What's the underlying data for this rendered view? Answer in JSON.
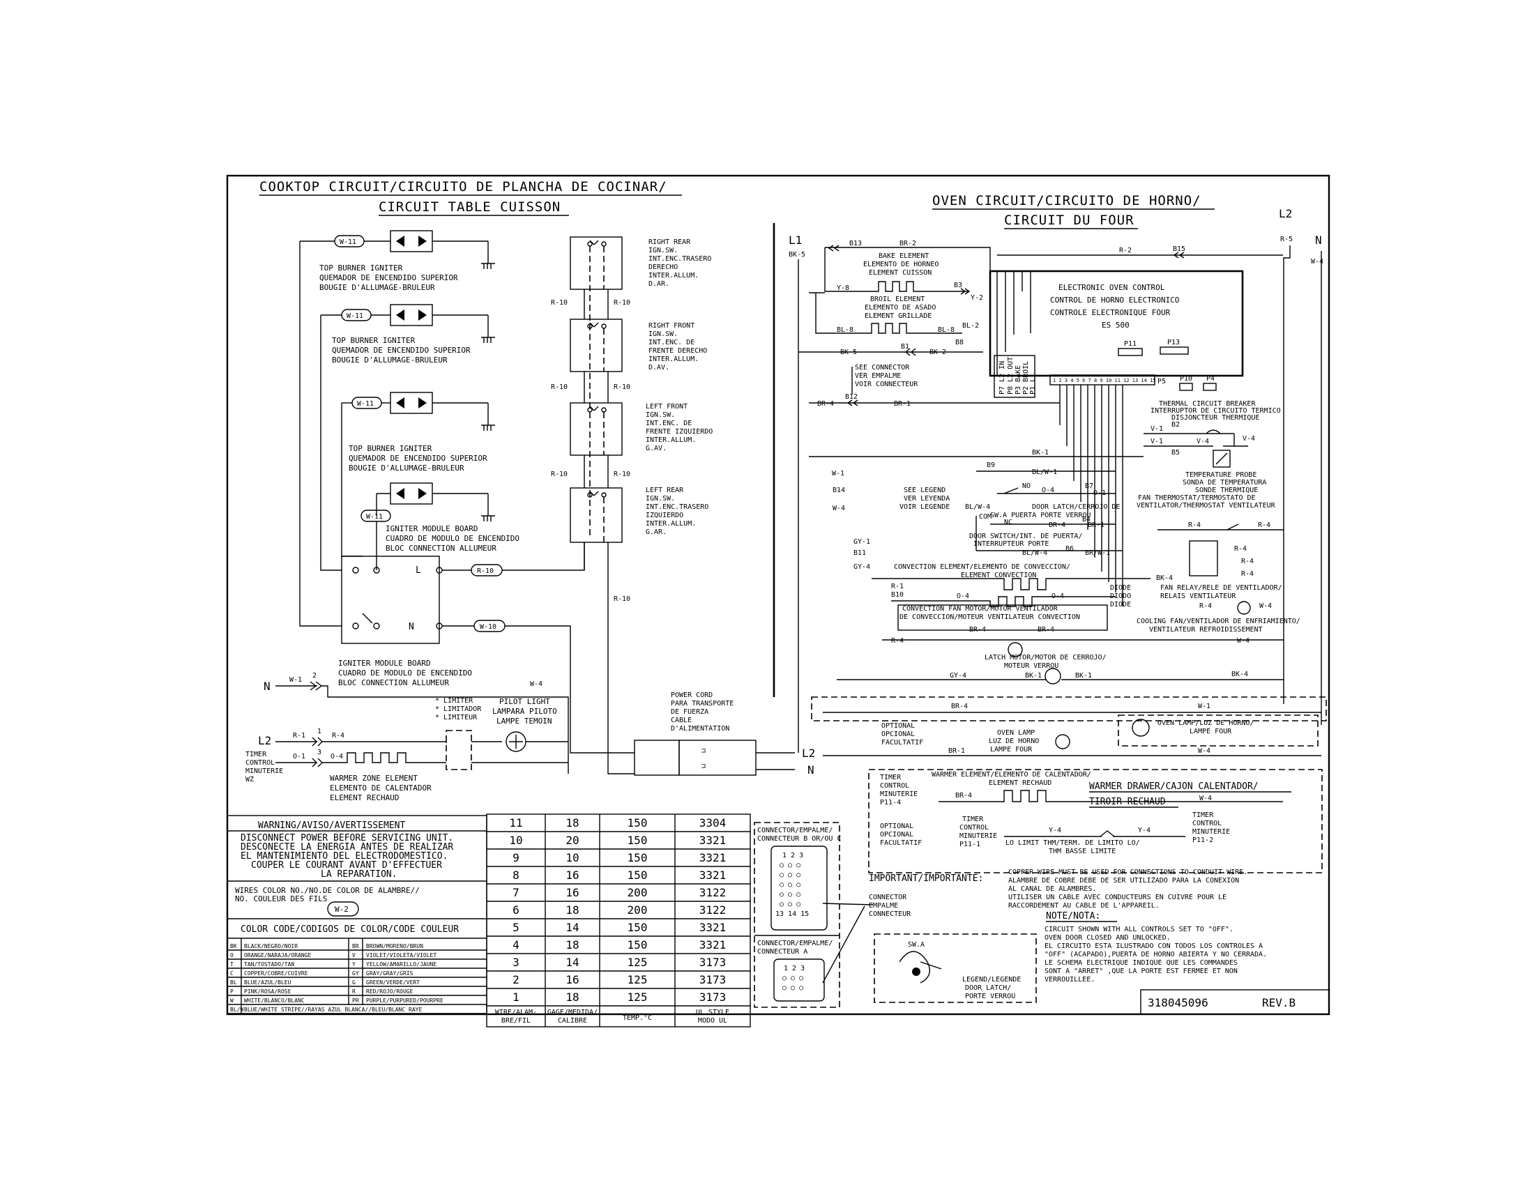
{
  "cooktop": {
    "title1": "COOKTOP CIRCUIT/CIRCUITO DE PLANCHA DE COCINAR/",
    "title2": "CIRCUIT TABLE CUISSON",
    "wire_w11": "W-11",
    "wire_r10": "R-10",
    "wire_w10": "W-10",
    "igniter": [
      "TOP BURNER IGNITER",
      "QUEMADOR DE ENCENDIDO SUPERIOR",
      "BOUGIE D'ALLUMAGE-BRULEUR"
    ],
    "module": [
      "IGNITER MODULE BOARD",
      "CUADRO DE MODULO DE ENCENDIDO",
      "BLOC CONNECTION ALLUMEUR"
    ],
    "module_l": "L",
    "module_n": "N",
    "switches": [
      [
        "RIGHT REAR",
        "IGN.SW.",
        "INT.ENC.TRASERO",
        "DERECHO",
        "INTER.ALLUM.",
        "D.AR."
      ],
      [
        "RIGHT FRONT",
        "IGN.SW.",
        "INT.ENC. DE",
        "FRENTE DERECHO",
        "INTER.ALLUM.",
        "D.AV."
      ],
      [
        "LEFT FRONT",
        "IGN.SW.",
        "INT.ENC. DE",
        "FRENTE IZQUIERDO",
        "INTER.ALLUM.",
        "G.AV."
      ],
      [
        "LEFT REAR",
        "IGN.SW.",
        "INT.ENC.TRASERO",
        "IZQUIERDO",
        "INTER.ALLUM.",
        "G.AR."
      ]
    ],
    "module2": [
      "IGNITER MODULE BOARD",
      "CUADRO DE MODULO DE ENCENDIDO",
      "BLOC CONNECTION ALLUMEUR"
    ],
    "n_label": "N",
    "l2_label": "L2",
    "w1": "W-1",
    "num2": "2",
    "num1": "1",
    "num3": "3",
    "w4": "W-4",
    "r1": "R-1",
    "r4": "R-4",
    "o1": "O-1",
    "o4": "O-4",
    "limiter": [
      "* LIMITER",
      "* LIMITADOR",
      "* LIMITEUR"
    ],
    "pilot": [
      "PILOT LIGHT",
      "LAMPARA PILOTO",
      "LAMPE TEMOIN"
    ],
    "timer": [
      "TIMER",
      "CONTROL",
      "MINUTERIE",
      "WZ"
    ],
    "warmer": [
      "WARMER ZONE ELEMENT",
      "ELEMENTO DE CALENTADOR",
      "ELEMENT RECHAUD"
    ],
    "power_cord": [
      "POWER CORD",
      "PARA TRANSPORTE",
      "DE FUERZA",
      "CABLE",
      "D'ALIMENTATION"
    ],
    "cord_l2": "L2",
    "cord_n": "N"
  },
  "warning": {
    "title": "WARNING/AVISO/AVERTISSEMENT",
    "lines": [
      "DISCONNECT POWER BEFORE SERVICING UNIT.",
      "DESCONECTE LA ENERGIA ANTES DE REALIZAR",
      "EL MANTENIMIENTO DEL ELECTRODOMESTICO.",
      "COUPER LE COURANT AVANT D'EFFECTUER",
      "LA REPARATION."
    ],
    "wires_label": [
      "WIRES COLOR NO./NO.DE COLOR DE ALAMBRE//",
      "NO. COULEUR DES FILS"
    ],
    "wires_example": "W-2",
    "color_title": "COLOR CODE/CODIGOS DE COLOR/CODE COULEUR"
  },
  "color_codes": [
    [
      "BK",
      "BLACK/NEGRO/NOIR",
      "BR",
      "BROWN/MORENO/BRUN"
    ],
    [
      "O",
      "ORANGE/NARAJA/ORANGE",
      "V",
      "VIOLET/VIOLETA/VIOLET"
    ],
    [
      "T",
      "TAN/TOSTADO/TAN",
      "Y",
      "YELLOW/AMARILLO/JAUNE"
    ],
    [
      "C",
      "COPPER/COBRE/CUIVRE",
      "GY",
      "GRAY/GRAY/GRIS"
    ],
    [
      "BL",
      "BLUE/AZUL/BLEU",
      "G",
      "GREEN/VERDE/VERT"
    ],
    [
      "P",
      "PINK/ROSA/ROSE",
      "R",
      "RED/ROJO/ROUGE"
    ],
    [
      "W",
      "WHITE/BLANCO/BLANC",
      "PR",
      "PURPLE/PURPURED/POURPRE"
    ],
    [
      "BL/W",
      "BLUE/WHITE STRIPE//RAYAS AZUL BLANCA//BLEU/BLANC RAYE",
      "",
      ""
    ]
  ],
  "wire_table": {
    "rows": [
      [
        "11",
        "18",
        "150",
        "3304"
      ],
      [
        "10",
        "20",
        "150",
        "3321"
      ],
      [
        "9",
        "10",
        "150",
        "3321"
      ],
      [
        "8",
        "16",
        "150",
        "3321"
      ],
      [
        "7",
        "16",
        "200",
        "3122"
      ],
      [
        "6",
        "18",
        "200",
        "3122"
      ],
      [
        "5",
        "14",
        "150",
        "3321"
      ],
      [
        "4",
        "18",
        "150",
        "3321"
      ],
      [
        "3",
        "14",
        "125",
        "3173"
      ],
      [
        "2",
        "16",
        "125",
        "3173"
      ],
      [
        "1",
        "18",
        "125",
        "3173"
      ]
    ],
    "headers": [
      [
        "WIRE/ALAM-",
        "BRE/FIL"
      ],
      [
        "GAGE/MEDIDA/",
        "CALIBRE"
      ],
      [
        "TEMP.°C"
      ],
      [
        "UL STYLE",
        "MODO UL"
      ]
    ]
  },
  "oven": {
    "title1": "OVEN CIRCUIT/CIRCUITO DE HORNO/",
    "title2": "CIRCUIT DU FOUR",
    "l1": "L1",
    "l2": "L2",
    "n": "N",
    "bk5": "BK-5",
    "r5": "R-5",
    "w4": "W-4",
    "b13": "B13",
    "br2": "BR-2",
    "r2": "R-2",
    "b15": "B15",
    "bake": [
      "BAKE ELEMENT",
      "ELEMENTO DE HORNEO",
      "ELEMENT CUISSON"
    ],
    "broil": [
      "BROIL ELEMENT",
      "ELEMENTO DE ASADO",
      "ELEMENT GRILLADE"
    ],
    "y8": "Y-8",
    "y2": "Y-2",
    "b3": "B3",
    "bl8": "BL-8",
    "bl2": "BL-2",
    "b8": "B8",
    "b1": "B1",
    "bk2": "BK-2",
    "control": [
      "ELECTRONIC OVEN CONTROL",
      "CONTROL DE HORNO ELECTRONICO",
      "CONTROLE ELECTRONIQUE FOUR",
      "ES 500"
    ],
    "p11": "P11",
    "p13": "P13",
    "p10": "P10",
    "p4": "P4",
    "p5": "P5",
    "relay_labels": [
      "P7 L2 IN",
      "P8 L2 OUT",
      "P3 BAKE",
      "P2 BROIL",
      "P1 L1"
    ],
    "pin_numbers": "1 2 3 4 5 6 7 8 9 10 11 12 13 14 15",
    "see_connector": [
      "SEE CONNECTOR",
      "VER EMPALME",
      "VOIR CONNECTEUR"
    ],
    "br4": "BR-4",
    "b12": "B12",
    "br1": "BR-1",
    "thermal": [
      "THERMAL CIRCUIT BREAKER",
      "INTERRUPTOR DE CIRCUITO TERMICO",
      "DISJONCTEUR THERMIQUE"
    ],
    "v1": "V-1",
    "v4": "V-4",
    "b2": "B2",
    "b5": "B5",
    "bk1": "BK-1",
    "b9": "B9",
    "blw1": "BL/W-1",
    "w1": "W-1",
    "b14": "B14",
    "probe": [
      "TEMPERATURE PROBE",
      "SONDA DE TEMPERATURA",
      "SONDE THERMIQUE"
    ],
    "fan_thermostat": [
      "FAN THERMOSTAT/TERMOSTATO DE",
      "VENTILATOR/THERMOSTAT VENTILATEUR"
    ],
    "see_legend": [
      "SEE LEGEND",
      "VER LEYENDA",
      "VOIR LEGENDE"
    ],
    "no": "NO",
    "o4": "O-4",
    "b7": "B7",
    "o1": "O-1",
    "door_latch": [
      "DOOR LATCH/CERROJO DE",
      "SW.A PUERTA PORTE VERROU"
    ],
    "blw4": "BL/W-4",
    "com": "COM",
    "nc": "NC",
    "b4": "B4",
    "br4b": "BR-4",
    "door_switch": [
      "DOOR SWITCH/INT. DE PUERTA/",
      "INTERRUPTEUR PORTE"
    ],
    "b6": "B6",
    "brw1": "BR/W-1",
    "r4": "R-4",
    "gy1": "GY-1",
    "b11": "B11",
    "gy4": "GY-4",
    "convection": [
      "CONVECTION ELEMENT/ELEMENTO DE CONVECCION/",
      "ELEMENT CONVECTION"
    ],
    "bk4": "BK-4",
    "fan_relay": [
      "FAN RELAY/RELE DE VENTILADOR/",
      "RELAIS VENTILATEUR"
    ],
    "r1": "R-1",
    "b10": "B10",
    "diode": [
      "DIODE",
      "DIODO",
      "DIODE"
    ],
    "conv_fan": [
      "CONVECTION FAN MOTOR/MOTOR VENTILADOR",
      "DE CONVECCION/MOTEUR VENTILATEUR CONVECTION"
    ],
    "cooling_fan": [
      "COOLING FAN/VENTILADOR DE ENFRIAMIENTO/",
      "VENTILATEUR REFROIDISSEMENT"
    ],
    "latch_motor": [
      "LATCH MOTOR/MOTOR DE CERROJO/",
      "MOTEUR VERROU"
    ],
    "optional": [
      "OPTIONAL",
      "OPCIONAL",
      "FACULTATIF"
    ],
    "oven_lamp": [
      "OVEN LAMP",
      "LUZ DE HORNO",
      "LAMPE FOUR"
    ],
    "oven_lamp2": [
      "OVEN LAMP/LUZ DE HORNO/",
      "LAMPE FOUR"
    ]
  },
  "warmer_drawer": {
    "title1": "WARMER DRAWER/CAJON CALENTADOR/",
    "title2": "TIROIR RECHAUD",
    "element": [
      "WARMER ELEMENT/ELEMENTO DE CALENTADOR/",
      "ELEMENT RECHAUD"
    ],
    "timer1": [
      "TIMER",
      "CONTROL",
      "MINUTERIE",
      "P11-4"
    ],
    "optional": [
      "OPTIONAL",
      "OPCIONAL",
      "FACULTATIF"
    ],
    "timer2": [
      "TIMER",
      "CONTROL",
      "MINUTERIE",
      "P11-1"
    ],
    "timer3": [
      "TIMER",
      "CONTROL",
      "MINUTERIE",
      "P11-2"
    ],
    "lo_limit": [
      "LO LIMIT THM/TERM. DE LIMITO LO/",
      "THM BASSE LIMITE"
    ],
    "br4": "BR-4",
    "w4": "W-4",
    "y4": "Y-4"
  },
  "connectors": {
    "b": [
      "CONNECTOR/EMPALME/",
      "CONNECTEUR B OR/OU C"
    ],
    "a": [
      "CONNECTOR/EMPALME/",
      "CONNECTEUR A"
    ],
    "connector": [
      "CONNECTOR",
      "EMPALME",
      "CONNECTEUR"
    ]
  },
  "legend": {
    "sw_a": "SW.A",
    "text": [
      "LEGEND/LEGENDE",
      "DOOR LATCH/",
      "PORTE VERROU"
    ]
  },
  "important": {
    "title": "IMPORTANT/IMPORTANTE:",
    "lines": [
      "COPPER WIRE MUST BE USED FOR CONNECTIONS TO CONDUIT WIRE.",
      "ALAMBRE DE COBRE DEBE DE SER UTILIZADO PARA LA CONEXION",
      "AL CANAL DE ALAMBRES.",
      "UTILISER UN CABLE AVEC CONDUCTEURS EN CUIVRE POUR LE",
      "RACCORDEMENT AU CABLE DE L'APPAREIL."
    ]
  },
  "note": {
    "title": "NOTE/NOTA:",
    "lines": [
      "CIRCUIT SHOWN WITH ALL CONTROLS SET TO \"OFF\".",
      "OVEN DOOR CLOSED AND UNLOCKED.",
      "EL CIRCUITO ESTA ILUSTRADO CON TODOS LOS CONTROLES A",
      "\"OFF\" (ACAPADO),PUERTA DE HORNO ABIERTA Y NO CERRADA.",
      "LE SCHEMA ELECTRIQUE INDIQUE QUE LES COMMANDES",
      "SONT A \"ARRET\" ,QUE LA PORTE EST FERMEE ET NON",
      "VERROUILLEE."
    ]
  },
  "part_number": "318045096",
  "revision": "REV.B"
}
